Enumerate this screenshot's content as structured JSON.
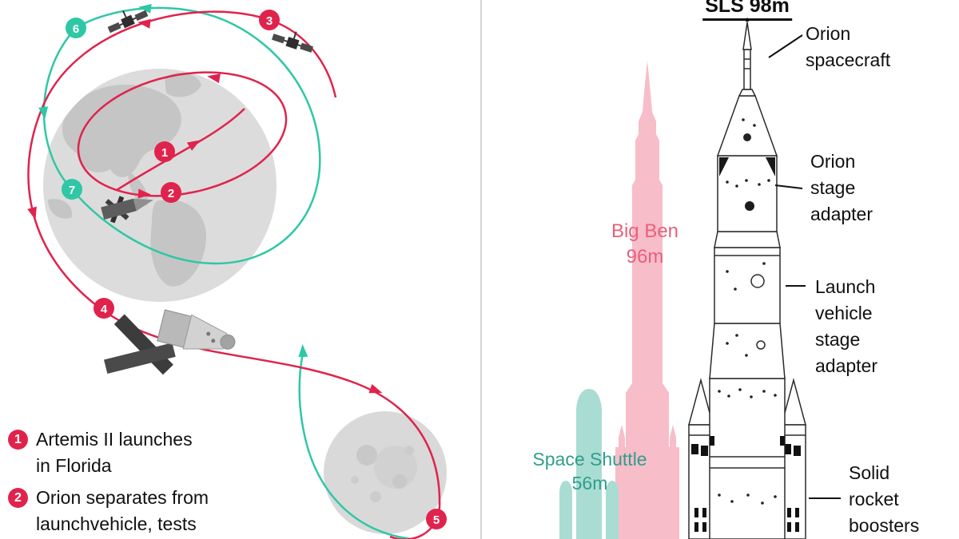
{
  "colors": {
    "red": "#e0234c",
    "teal": "#2fc7a6",
    "pink_fill": "#f7bdc9",
    "pink_text": "#e8607c",
    "teal_fill": "#a9ddd3",
    "teal_text": "#2f9e8c",
    "ink": "#101010"
  },
  "trajectory": {
    "markers": [
      {
        "n": "1",
        "color": "red"
      },
      {
        "n": "2",
        "color": "red"
      },
      {
        "n": "3",
        "color": "red"
      },
      {
        "n": "4",
        "color": "red"
      },
      {
        "n": "5",
        "color": "red"
      },
      {
        "n": "6",
        "color": "teal"
      },
      {
        "n": "7",
        "color": "teal"
      }
    ],
    "legend": [
      {
        "n": "1",
        "text": "Artemis II launches\nin Florida"
      },
      {
        "n": "2",
        "text": "Orion separates from\nlaunchvehicle, tests"
      }
    ]
  },
  "comparison": {
    "sls_label": "SLS 98m",
    "big_ben_label": "Big Ben\n96m",
    "space_shuttle_label": "Space Shuttle\n56m",
    "part_labels": [
      {
        "text": "Orion\nspacecraft"
      },
      {
        "text": "Orion\nstage\nadapter"
      },
      {
        "text": "Launch\nvehicle\nstage\nadapter"
      },
      {
        "text": "Solid\nrocket\nboosters"
      }
    ]
  }
}
